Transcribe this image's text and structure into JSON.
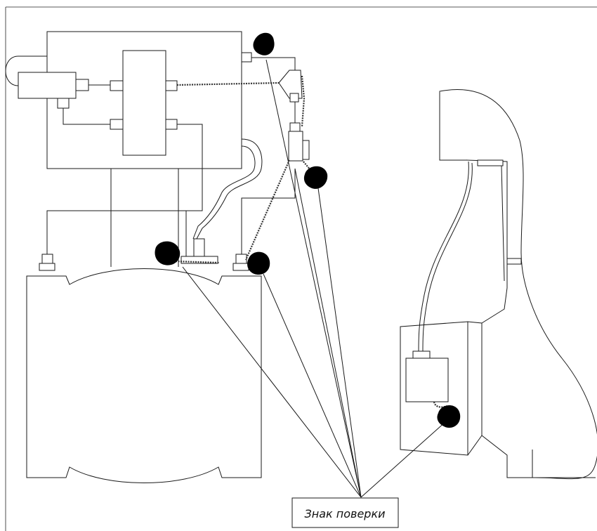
{
  "label": {
    "text": "Знак поверки"
  },
  "colors": {
    "line": "#1a1a1a",
    "seal": "#000000",
    "background": "#ffffff"
  },
  "seals": [
    {
      "name": "seal-top"
    },
    {
      "name": "seal-right-middle"
    },
    {
      "name": "seal-left-valve"
    },
    {
      "name": "seal-right-valve"
    },
    {
      "name": "seal-side-unit"
    }
  ]
}
